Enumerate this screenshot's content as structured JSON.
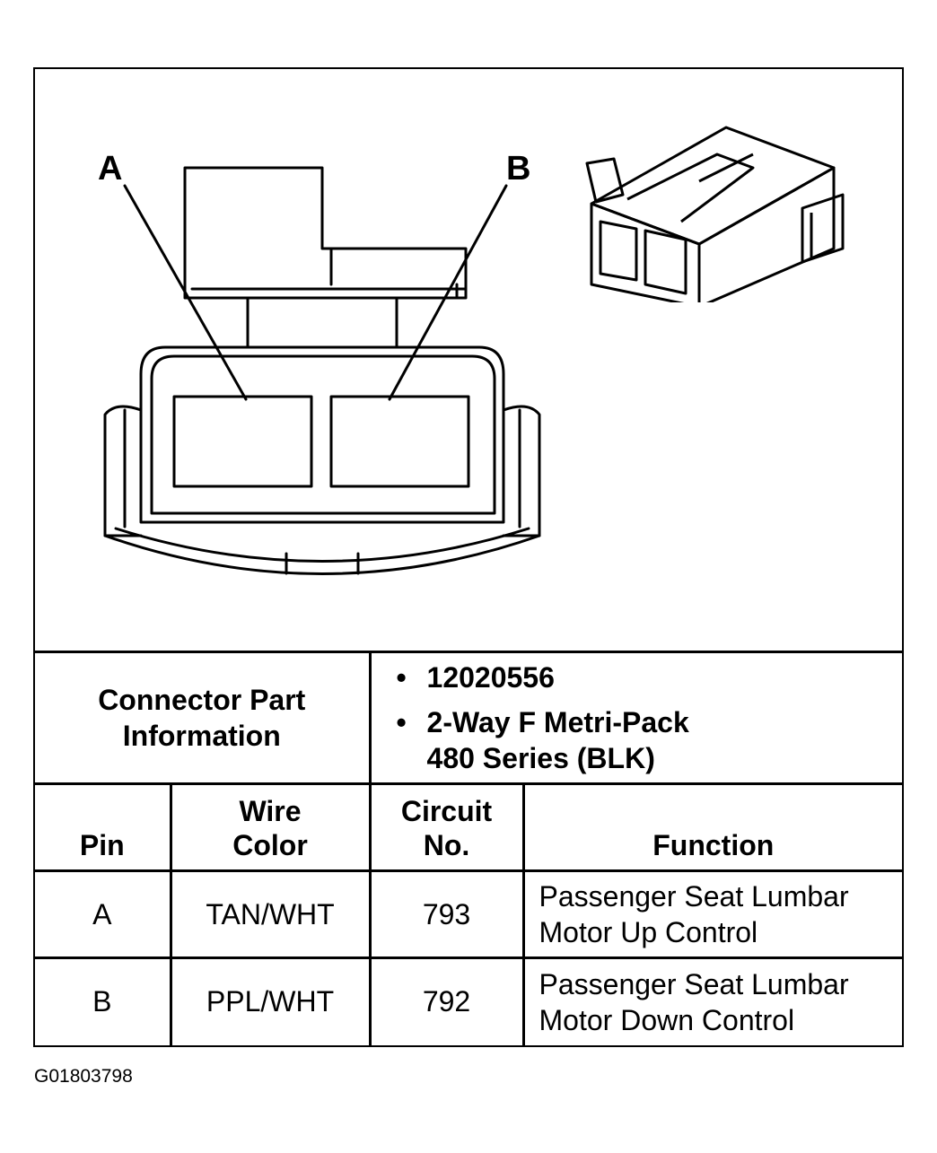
{
  "diagram": {
    "labels": {
      "pin_a": "A",
      "pin_b": "B"
    }
  },
  "connector_info": {
    "label": "Connector Part Information",
    "label_line1": "Connector Part",
    "label_line2": "Information",
    "part_number": "12020556",
    "description_line1": "2-Way F Metri-Pack",
    "description_line2": "480 Series (BLK)"
  },
  "table": {
    "headers": {
      "pin": "Pin",
      "wire_color_line1": "Wire",
      "wire_color_line2": "Color",
      "circuit_line1": "Circuit",
      "circuit_line2": "No.",
      "function": "Function"
    },
    "rows": [
      {
        "pin": "A",
        "wire_color": "TAN/WHT",
        "circuit": "793",
        "function_line1": "Passenger Seat Lumbar",
        "function_line2": "Motor Up Control"
      },
      {
        "pin": "B",
        "wire_color": "PPL/WHT",
        "circuit": "792",
        "function_line1": "Passenger Seat Lumbar",
        "function_line2": "Motor Down Control"
      }
    ]
  },
  "figure_id": "G01803798"
}
